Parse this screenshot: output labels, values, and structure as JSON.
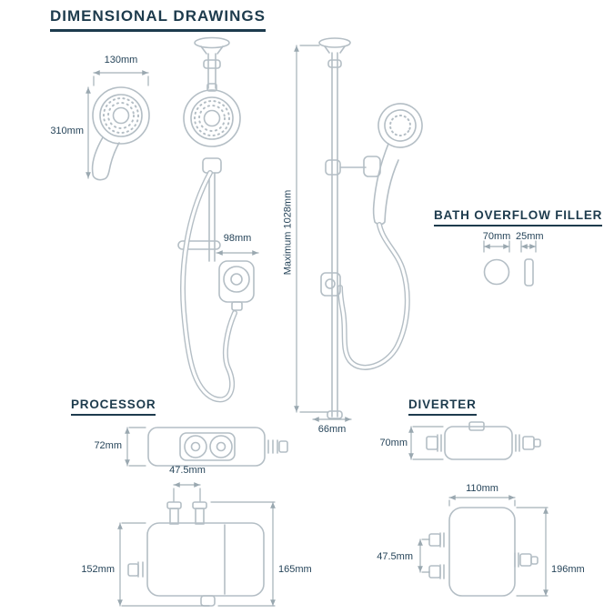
{
  "title": "DIMENSIONAL DRAWINGS",
  "handset": {
    "width": "130mm",
    "height": "310mm"
  },
  "column": {
    "projection": "98mm"
  },
  "rail": {
    "max_height": "Maximum 1028mm",
    "offset": "66mm"
  },
  "bath_overflow_filler": {
    "title": "BATH OVERFLOW FILLER",
    "diameter": "70mm",
    "width": "25mm"
  },
  "processor": {
    "title": "PROCESSOR",
    "depth": "72mm",
    "valve_spacing": "47.5mm",
    "body_height": "152mm",
    "overall_height": "165mm"
  },
  "diverter": {
    "title": "DIVERTER",
    "depth": "70mm",
    "width": "110mm",
    "port_spacing": "47.5mm",
    "overall_height": "196mm"
  },
  "colors": {
    "line": "#b4bec5",
    "dimension_line": "#a3b0b8",
    "text": "#1d3b4d"
  }
}
